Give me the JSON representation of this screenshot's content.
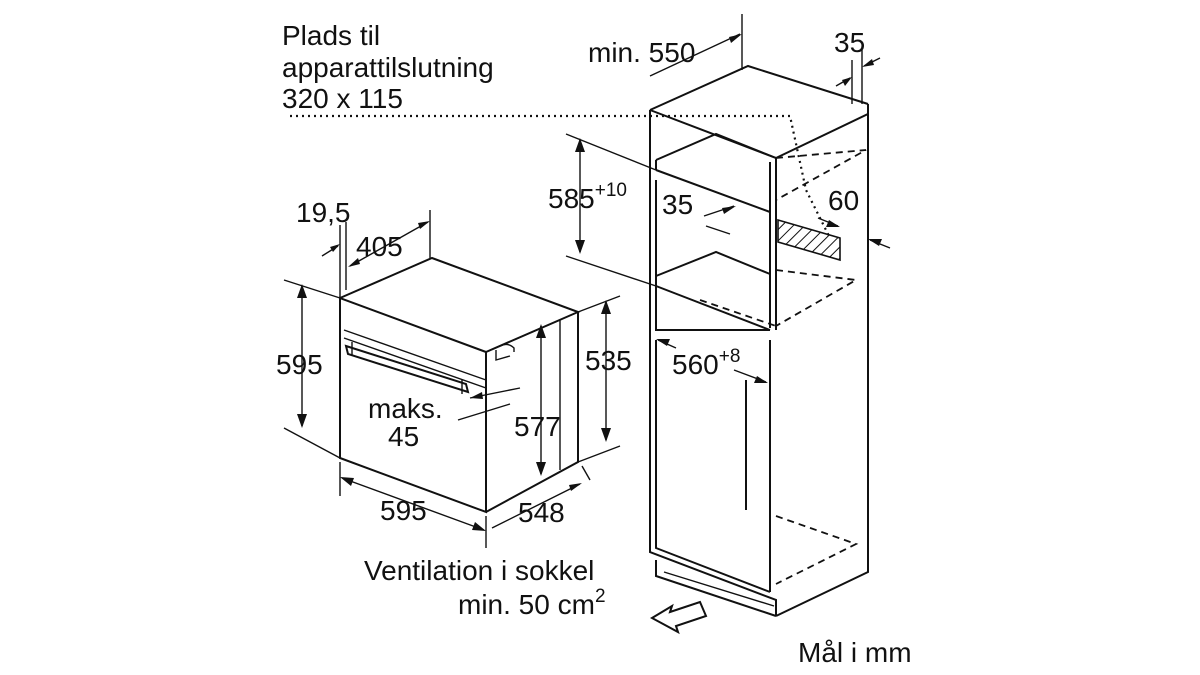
{
  "labels": {
    "plads_line1": "Plads til",
    "plads_line2": "apparattilslutning",
    "plads_line3": "320 x 115",
    "min550": "min. 550",
    "d35_top": "35",
    "d585": "585",
    "d585_tol": "+10",
    "d35_mid": "35",
    "d60": "60",
    "d19_5": "19,5",
    "d405": "405",
    "d595_left": "595",
    "d535": "535",
    "d560": "560",
    "d560_tol": "+8",
    "maks_line1": "maks.",
    "maks_line2": "45",
    "d577": "577",
    "d595_bottom": "595",
    "d548": "548",
    "vent_line1": "Ventilation i sokkel",
    "vent_line2": "min. 50 cm",
    "vent_sup": "2",
    "units": "Mål i mm"
  }
}
